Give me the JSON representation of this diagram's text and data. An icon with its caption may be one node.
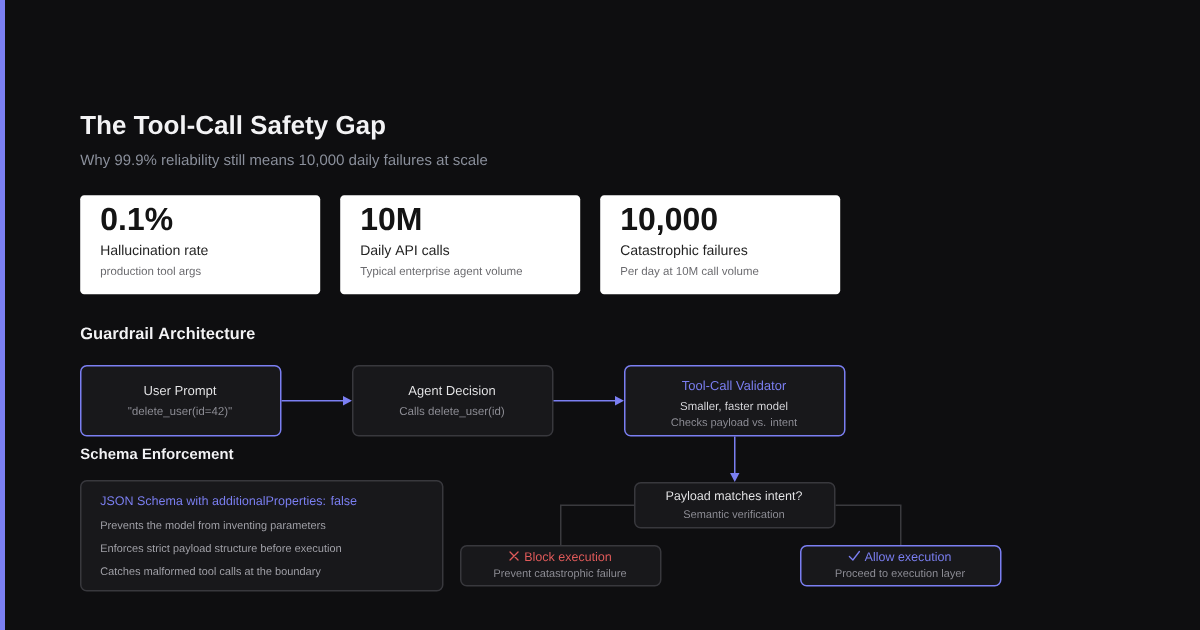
{
  "diagram": {
    "title": "The Tool-Call Safety Gap",
    "nodes": [
      {
        "text": [
          "0.1%",
          "Hallucination rate",
          "production tool args"
        ]
      },
      {
        "text": [
          "10M",
          "Daily API calls",
          "Typical enterprise agent volume"
        ]
      },
      {
        "text": [
          "10,000",
          "Catastrophic failures",
          "Per day at 10M call volume"
        ]
      },
      {
        "text": [
          "User Prompt",
          "\"delete_user(id=42)\""
        ]
      },
      {
        "text": [
          "Agent Decision",
          "Calls delete_user(id)"
        ]
      },
      {
        "text": [
          "Tool-Call Validator",
          "Smaller, faster model",
          "Checks payload vs. intent"
        ]
      },
      {
        "text": [
          "Payload matches intent?",
          "Semantic verification"
        ]
      },
      {
        "text": [
          "Block execution",
          "Prevent catastrophic failure"
        ]
      },
      {
        "text": [
          "Allow execution",
          "Proceed to execution layer"
        ]
      },
      {
        "text": [
          "JSON Schema with additionalProperties: false",
          "Prevents the model from inventing parameters",
          "Enforces strict payload structure before execution",
          "Catches malformed tool calls at the boundary"
        ]
      }
    ],
    "edges": [
      {
        "from": 3,
        "to": 4,
        "arrow": "to"
      },
      {
        "from": 4,
        "to": 5,
        "arrow": "to"
      },
      {
        "from": 5,
        "to": 6,
        "arrow": "to"
      },
      {
        "from": 6,
        "to": 7,
        "arrow": "none",
        "color": "#3a3a3e"
      },
      {
        "from": 6,
        "to": 8,
        "arrow": "none",
        "color": "#3a3a3e"
      }
    ],
    "labels": [
      "Why 99.9% reliability still means 10,000 daily failures at scale",
      "Guardrail Architecture",
      "Schema Enforcement"
    ]
  }
}
